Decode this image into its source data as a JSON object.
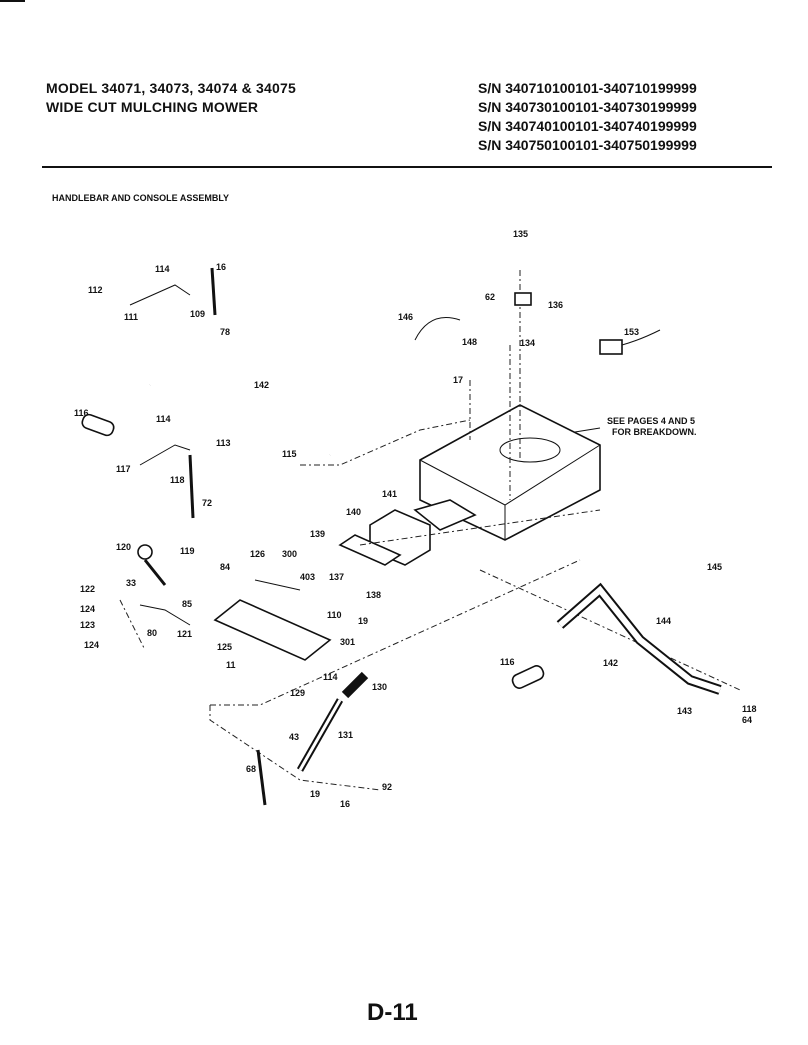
{
  "header": {
    "model": "MODEL 34071, 34073, 34074 & 34075",
    "subtitle": "WIDE CUT MULCHING MOWER",
    "serials": [
      "S/N  340710100101-340710199999",
      "S/N  340730100101-340730199999",
      "S/N  340740100101-340740199999",
      "S/N  340750100101-340750199999"
    ]
  },
  "section_title": "HANDLEBAR AND CONSOLE ASSEMBLY",
  "note": [
    "SEE PAGES 4 AND 5",
    "FOR BREAKDOWN."
  ],
  "labels": [
    "135",
    "16",
    "114",
    "112",
    "111",
    "109",
    "78",
    "62",
    "136",
    "146",
    "148",
    "134",
    "153",
    "17",
    "142",
    "115",
    "114",
    "113",
    "116",
    "117",
    "118",
    "72",
    "141",
    "140",
    "139",
    "120",
    "119",
    "84",
    "126",
    "300",
    "403",
    "137",
    "138",
    "145",
    "33",
    "122",
    "124",
    "123",
    "124",
    "80",
    "85",
    "121",
    "110",
    "19",
    "144",
    "125",
    "301",
    "116",
    "142",
    "11",
    "114",
    "129",
    "130",
    "143",
    "118",
    "64",
    "43",
    "131",
    "68",
    "19",
    "92",
    "16"
  ],
  "page_number": "D-11"
}
